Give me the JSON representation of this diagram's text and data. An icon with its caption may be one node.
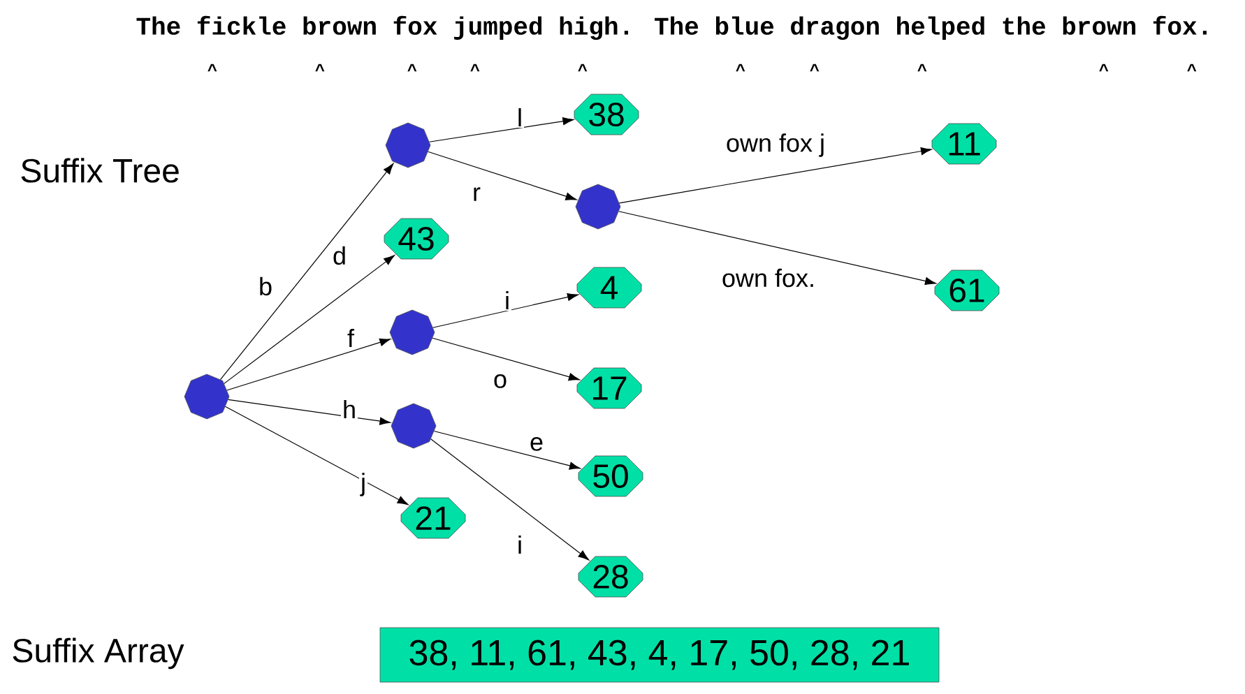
{
  "diagram": {
    "nodes": [
      {
        "text": [],
        "shape": "octagon"
      },
      {
        "text": [],
        "shape": "octagon"
      },
      {
        "text": [
          "38"
        ]
      },
      {
        "text": [],
        "shape": "octagon"
      },
      {
        "text": [
          "11"
        ]
      },
      {
        "text": [
          "61"
        ]
      },
      {
        "text": [
          "43"
        ]
      },
      {
        "text": [],
        "shape": "octagon"
      },
      {
        "text": [
          "4"
        ]
      },
      {
        "text": [
          "17"
        ]
      },
      {
        "text": [],
        "shape": "octagon"
      },
      {
        "text": [
          "50"
        ]
      },
      {
        "text": [
          "28"
        ]
      },
      {
        "text": [
          "21"
        ]
      },
      {
        "text": [
          "38, 11, 61, 43, 4, 17, 50, 28, 21"
        ]
      }
    ],
    "edges": [
      {
        "from": 0,
        "to": 1,
        "arrow": "to",
        "label": "b"
      },
      {
        "from": 0,
        "to": 6,
        "arrow": "to",
        "label": "d"
      },
      {
        "from": 0,
        "to": 7,
        "arrow": "to",
        "label": "f"
      },
      {
        "from": 0,
        "to": 10,
        "arrow": "to",
        "label": "h"
      },
      {
        "from": 0,
        "to": 13,
        "arrow": "to",
        "label": "j"
      },
      {
        "from": 1,
        "to": 2,
        "arrow": "to",
        "label": "l"
      },
      {
        "from": 1,
        "to": 3,
        "arrow": "to",
        "label": "r"
      },
      {
        "from": 3,
        "to": 4,
        "arrow": "to",
        "label": "own fox j"
      },
      {
        "from": 3,
        "to": 5,
        "arrow": "to",
        "label": "own fox."
      },
      {
        "from": 7,
        "to": 8,
        "arrow": "to",
        "label": "i"
      },
      {
        "from": 7,
        "to": 9,
        "arrow": "to",
        "label": "o"
      },
      {
        "from": 10,
        "to": 11,
        "arrow": "to",
        "label": "e"
      },
      {
        "from": 10,
        "to": 12,
        "arrow": "to",
        "label": "i"
      }
    ],
    "labels": [
      "The fickle brown fox jumped high. The blue dragon helped the brown fox.",
      "^",
      "^",
      "^",
      "^",
      "^",
      "^",
      "^",
      "^",
      "^",
      "^",
      "Suffix Tree",
      "Suffix Array"
    ]
  }
}
